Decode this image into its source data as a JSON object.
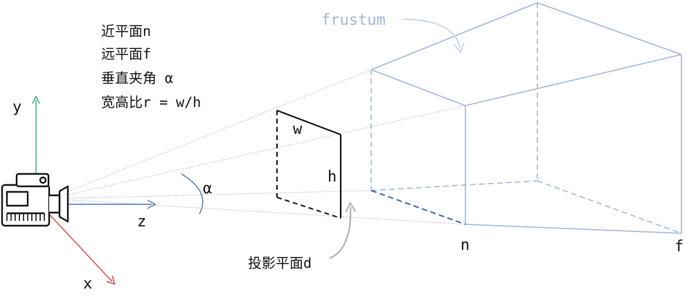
{
  "colors": {
    "frustum": "#9eb6dd",
    "frustum_dark": "#5a80b8",
    "axis_y": "#2aa876",
    "axis_x": "#e03a3a",
    "axis_z": "#4a73b5",
    "ray": "#b9b9b9",
    "plane": "#111111",
    "arrow": "#b0b0b0"
  },
  "legend": {
    "line1": "近平面n",
    "line2": "远平面f",
    "line3": "垂直夹角 α",
    "line4": "宽高比r = w/h"
  },
  "labels": {
    "frustum": "frustum",
    "plane_w": "w",
    "plane_h": "h",
    "alpha": "α",
    "near": "n",
    "far": "f",
    "projection_plane": "投影平面d"
  },
  "axes": {
    "y": "y",
    "z": "z",
    "x": "x"
  },
  "icons": {
    "camera": "video-camera-icon"
  }
}
